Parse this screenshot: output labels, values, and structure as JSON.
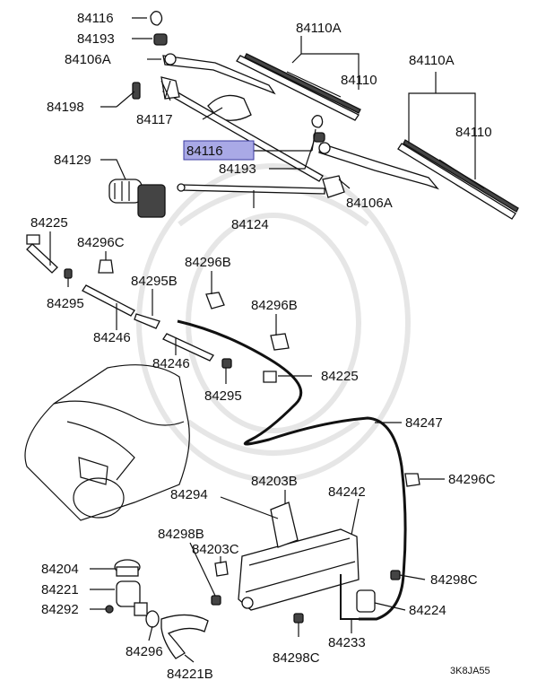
{
  "labels": {
    "l84116_top": "84116",
    "l84193_top": "84193",
    "l84106A_left": "84106A",
    "l84198": "84198",
    "l84117": "84117",
    "l84116_hl": "84116",
    "l84193_mid": "84193",
    "l84110A_left": "84110A",
    "l84110_left": "84110",
    "l84110A_right": "84110A",
    "l84110_right": "84110",
    "l84106A_right": "84106A",
    "l84129": "84129",
    "l84124": "84124",
    "l84225_top": "84225",
    "l84296C_top": "84296C",
    "l84295_left": "84295",
    "l84295B": "84295B",
    "l84296B_top": "84296B",
    "l84296B_mid": "84296B",
    "l84246_a": "84246",
    "l84246_b": "84246",
    "l84295_mid": "84295",
    "l84225_mid": "84225",
    "l84247": "84247",
    "l84296C_right": "84296C",
    "l84294": "84294",
    "l84203B": "84203B",
    "l84242": "84242",
    "l84298B": "84298B",
    "l84203C": "84203C",
    "l84204": "84204",
    "l84221": "84221",
    "l84292": "84292",
    "l84298C_right": "84298C",
    "l84224": "84224",
    "l84296": "84296",
    "l84298C_bottom": "84298C",
    "l84233": "84233",
    "l84221B": "84221B"
  },
  "diagram_code": "3K8JA55",
  "highlight_color": "#a9a9e6"
}
